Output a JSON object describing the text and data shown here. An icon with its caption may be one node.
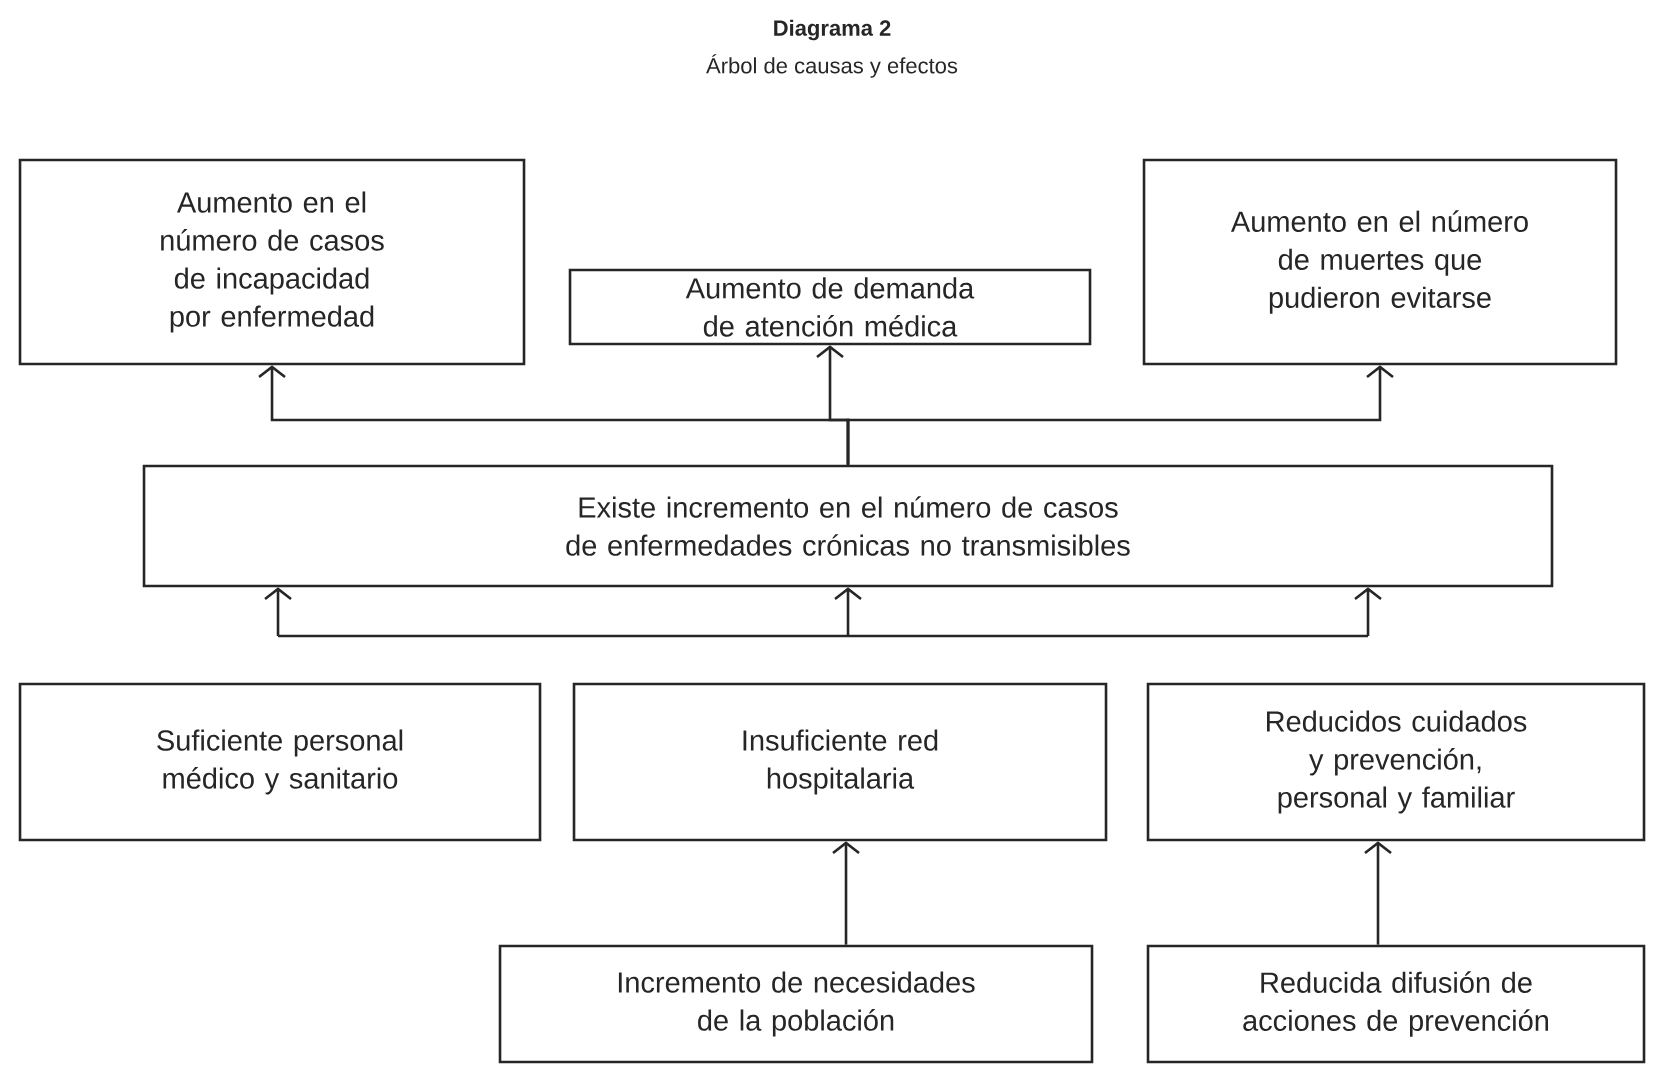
{
  "diagram": {
    "title": "Diagrama 2",
    "nodes": [
      {
        "text": [
          "Aumento en el número de casos de incapacidad por enfermedad"
        ]
      },
      {
        "text": [
          "Aumento de demanda de atención médica"
        ]
      },
      {
        "text": [
          "Aumento en el número de muertes que pudieron evitarse"
        ]
      },
      {
        "text": [
          "Existe incremento en el número de casos de enfermedades crónicas no transmisibles"
        ]
      },
      {
        "text": [
          "Suficiente personal médico y sanitario"
        ]
      },
      {
        "text": [
          "Insuficiente red hospitalaria"
        ]
      },
      {
        "text": [
          "Reducidos cuidados y prevención, personal y familiar"
        ]
      },
      {
        "text": [
          "Incremento de necesidades de la población"
        ]
      },
      {
        "text": [
          "Reducida difusión de acciones de prevención"
        ]
      }
    ],
    "edges": [
      {
        "from": 3,
        "to": 0,
        "arrow": "to"
      },
      {
        "from": 3,
        "to": 1,
        "arrow": "to"
      },
      {
        "from": 3,
        "to": 2,
        "arrow": "to"
      },
      {
        "from": null,
        "to": 3,
        "arrow": "to"
      },
      {
        "from": null,
        "to": 3,
        "arrow": "to"
      },
      {
        "from": null,
        "to": 3,
        "arrow": "to"
      },
      {
        "from": 7,
        "to": 5,
        "arrow": "to"
      },
      {
        "from": 8,
        "to": 6,
        "arrow": "to"
      }
    ],
    "labels": [
      "Árbol de causas y efectos"
    ]
  }
}
